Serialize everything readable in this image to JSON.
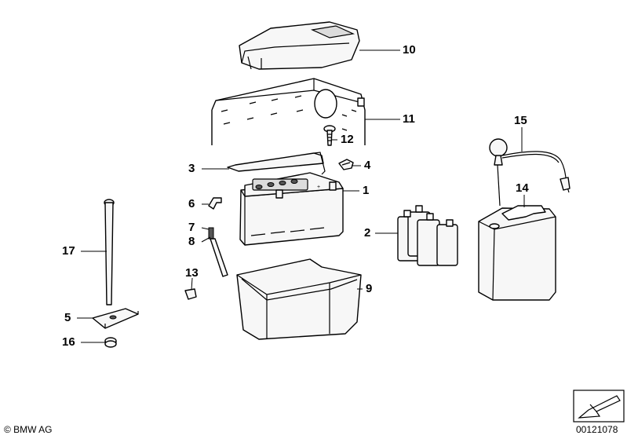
{
  "diagram": {
    "callouts": [
      {
        "id": "c1",
        "label": "1"
      },
      {
        "id": "c2",
        "label": "2"
      },
      {
        "id": "c3",
        "label": "3"
      },
      {
        "id": "c4",
        "label": "4"
      },
      {
        "id": "c5",
        "label": "5"
      },
      {
        "id": "c6",
        "label": "6"
      },
      {
        "id": "c7",
        "label": "7"
      },
      {
        "id": "c8",
        "label": "8"
      },
      {
        "id": "c9",
        "label": "9"
      },
      {
        "id": "c10",
        "label": "10"
      },
      {
        "id": "c11",
        "label": "11"
      },
      {
        "id": "c12",
        "label": "12"
      },
      {
        "id": "c13",
        "label": "13"
      },
      {
        "id": "c14",
        "label": "14"
      },
      {
        "id": "c15",
        "label": "15"
      },
      {
        "id": "c16",
        "label": "16"
      },
      {
        "id": "c17",
        "label": "17"
      }
    ],
    "battery_plus_mark": "+"
  },
  "footer": {
    "copyright": "© BMW AG",
    "diagram_number": "00121078"
  }
}
